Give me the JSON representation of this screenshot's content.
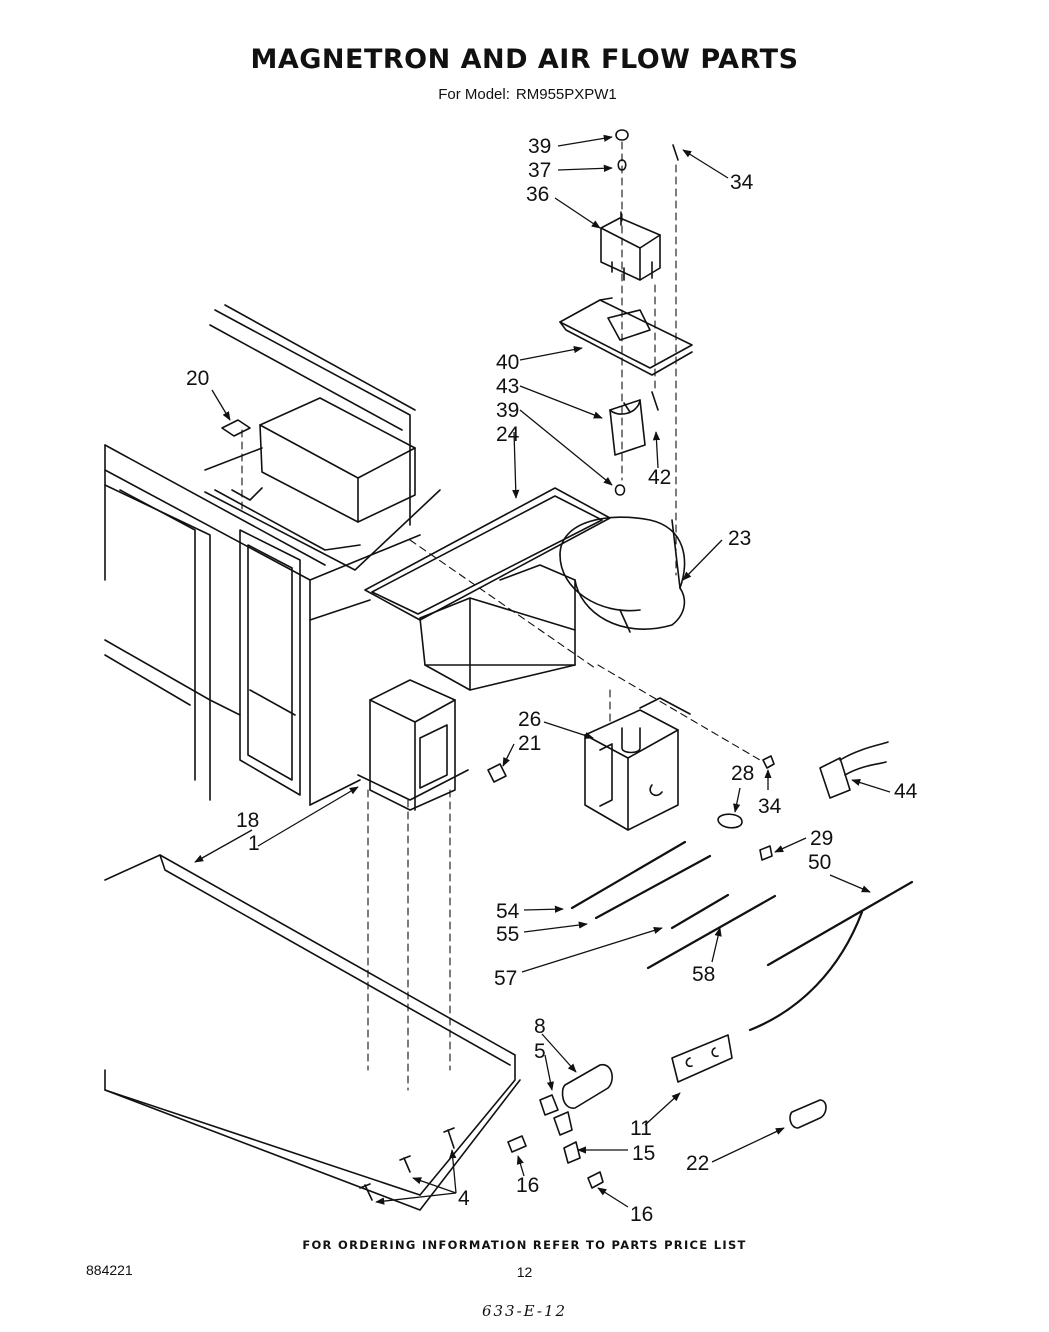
{
  "header": {
    "title": "MAGNETRON AND AIR FLOW PARTS",
    "model_label": "For Model:",
    "model_number": "RM955PXPW1"
  },
  "callouts": [
    {
      "id": "c39a",
      "label": "39"
    },
    {
      "id": "c37",
      "label": "37"
    },
    {
      "id": "c36",
      "label": "36"
    },
    {
      "id": "c34a",
      "label": "34"
    },
    {
      "id": "c40",
      "label": "40"
    },
    {
      "id": "c43",
      "label": "43"
    },
    {
      "id": "c39b",
      "label": "39"
    },
    {
      "id": "c24",
      "label": "24"
    },
    {
      "id": "c42",
      "label": "42"
    },
    {
      "id": "c20",
      "label": "20"
    },
    {
      "id": "c23",
      "label": "23"
    },
    {
      "id": "c26",
      "label": "26"
    },
    {
      "id": "c21",
      "label": "21"
    },
    {
      "id": "c28",
      "label": "28"
    },
    {
      "id": "c34b",
      "label": "34"
    },
    {
      "id": "c44",
      "label": "44"
    },
    {
      "id": "c18",
      "label": "18"
    },
    {
      "id": "c1",
      "label": "1"
    },
    {
      "id": "c29",
      "label": "29"
    },
    {
      "id": "c50",
      "label": "50"
    },
    {
      "id": "c54",
      "label": "54"
    },
    {
      "id": "c55",
      "label": "55"
    },
    {
      "id": "c57",
      "label": "57"
    },
    {
      "id": "c58",
      "label": "58"
    },
    {
      "id": "c8",
      "label": "8"
    },
    {
      "id": "c5",
      "label": "5"
    },
    {
      "id": "c11",
      "label": "11"
    },
    {
      "id": "c15",
      "label": "15"
    },
    {
      "id": "c22",
      "label": "22"
    },
    {
      "id": "c16a",
      "label": "16"
    },
    {
      "id": "c16b",
      "label": "16"
    },
    {
      "id": "c4",
      "label": "4"
    }
  ],
  "footer": {
    "ordering_note": "FOR ORDERING INFORMATION REFER TO PARTS PRICE LIST",
    "document_number": "884221",
    "page_number": "12",
    "handwritten_note": "633-E-12"
  }
}
